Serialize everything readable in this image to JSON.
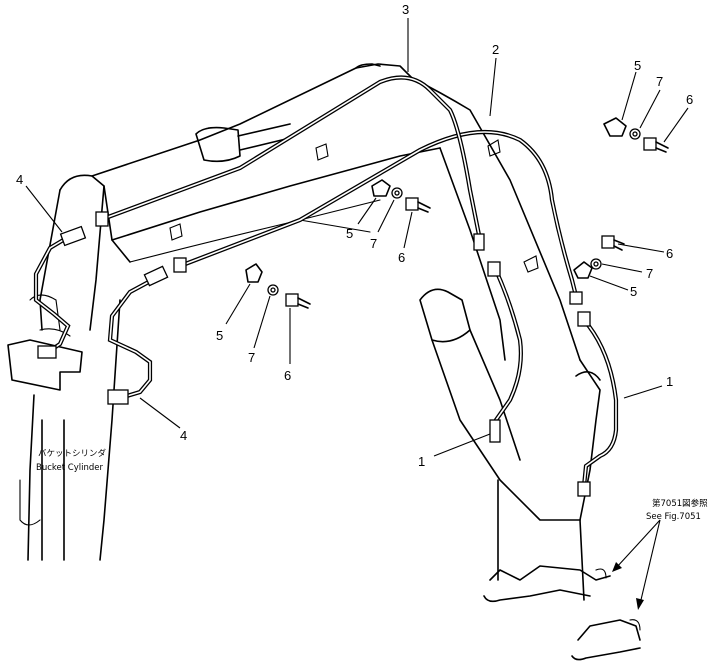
{
  "callouts": {
    "hose_1_upper": "1",
    "hose_1_lower": "1",
    "hose_2": "2",
    "hose_3": "3",
    "hose_4_upper": "4",
    "hose_4_lower": "4",
    "clip_5_tr": "5",
    "clip_5_mid": "5",
    "clip_5_left": "5",
    "clip_5_right": "5",
    "bolt_6_tr": "6",
    "bolt_6_mid": "6",
    "bolt_6_left": "6",
    "bolt_6_right": "6",
    "washer_7_tr": "7",
    "washer_7_mid": "7",
    "washer_7_left": "7",
    "washer_7_right": "7"
  },
  "labels": {
    "bucket_cylinder_jp": "バケットシリンダ",
    "bucket_cylinder_en": "Bucket Cylinder",
    "see_fig_jp": "第7051図参照",
    "see_fig_en": "See Fig.7051"
  }
}
